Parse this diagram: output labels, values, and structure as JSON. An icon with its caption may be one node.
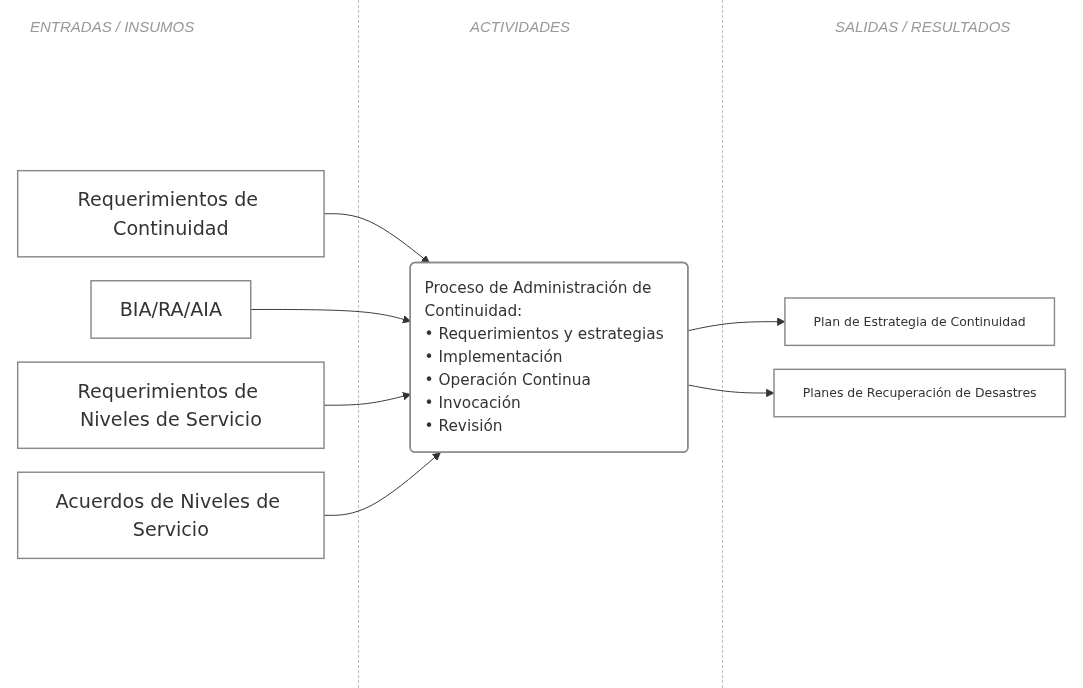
{
  "diagram": {
    "nodes": [
      {
        "text": [
          "Requerimientos de Continuidad"
        ]
      },
      {
        "text": [
          "BIA/RA/AIA"
        ]
      },
      {
        "text": [
          "Requerimientos de Niveles de Servicio"
        ]
      },
      {
        "text": [
          "Acuerdos de Niveles de Servicio"
        ]
      },
      {
        "text": [
          "Proceso de Administración de Continuidad:",
          "• Requerimientos y estrategias",
          "• Implementación",
          "• Operación Continua",
          "• Invocación",
          "• Revisión"
        ]
      },
      {
        "text": [
          "Plan de Estrategia de Continuidad"
        ]
      },
      {
        "text": [
          "Planes de Recuperación de Desastres"
        ]
      }
    ],
    "edges": [
      {
        "from": 0,
        "to": 4,
        "arrow": "to"
      },
      {
        "from": 1,
        "to": 4,
        "arrow": "to"
      },
      {
        "from": 2,
        "to": 4,
        "arrow": "to"
      },
      {
        "from": 3,
        "to": 4,
        "arrow": "to"
      },
      {
        "from": 4,
        "to": 5,
        "arrow": "to"
      },
      {
        "from": 4,
        "to": 6,
        "arrow": "to"
      }
    ],
    "labels": [
      "ENTRADAS / INSUMOS",
      "ACTIVIDADES",
      "SALIDAS / RESULTADOS"
    ]
  }
}
